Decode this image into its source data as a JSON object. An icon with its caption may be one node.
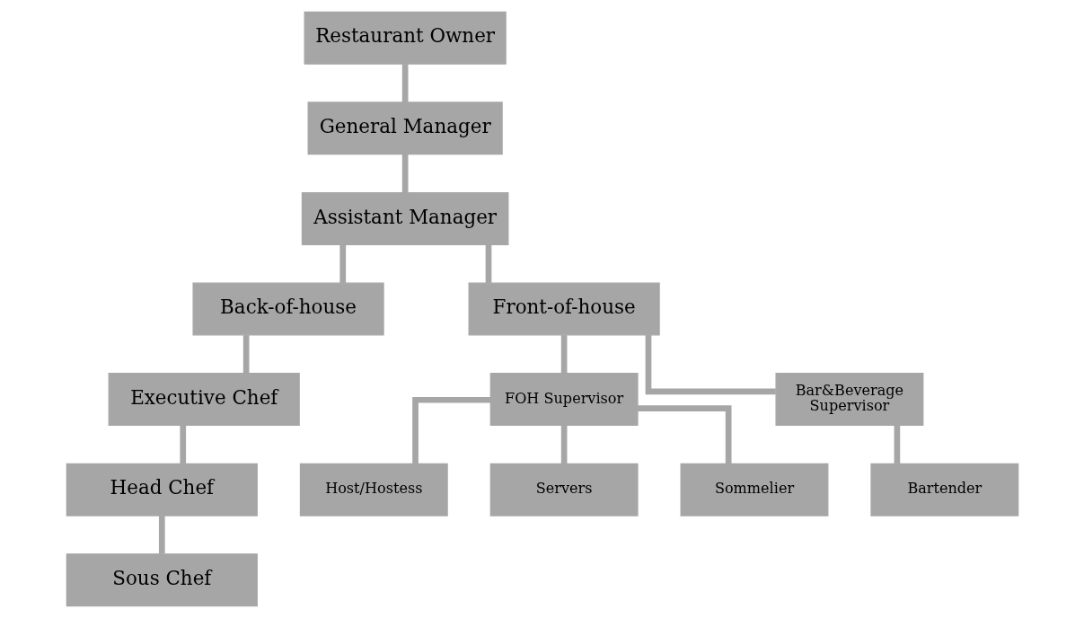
{
  "diagram": {
    "nodes": [
      {
        "text": [
          "Restaurant Owner"
        ]
      },
      {
        "text": [
          "General Manager"
        ]
      },
      {
        "text": [
          "Assistant Manager"
        ]
      },
      {
        "text": [
          "Back-of-house"
        ]
      },
      {
        "text": [
          "Front-of-house"
        ]
      },
      {
        "text": [
          "Executive Chef"
        ]
      },
      {
        "text": [
          "Head Chef"
        ]
      },
      {
        "text": [
          "Sous Chef"
        ]
      },
      {
        "text": [
          "FOH Supervisor"
        ]
      },
      {
        "text": [
          "Bar&Beverage Supervisor"
        ]
      },
      {
        "text": [
          "Host/Hostess"
        ]
      },
      {
        "text": [
          "Servers"
        ]
      },
      {
        "text": [
          "Sommelier"
        ]
      },
      {
        "text": [
          "Bartender"
        ]
      }
    ],
    "edges": [
      {
        "from": 0,
        "to": 1,
        "arrow": "none"
      },
      {
        "from": 1,
        "to": 2,
        "arrow": "none"
      },
      {
        "from": 2,
        "to": 3,
        "arrow": "none"
      },
      {
        "from": 2,
        "to": 4,
        "arrow": "none"
      },
      {
        "from": 3,
        "to": 5,
        "arrow": "none"
      },
      {
        "from": 5,
        "to": 6,
        "arrow": "none"
      },
      {
        "from": 6,
        "to": 7,
        "arrow": "none"
      },
      {
        "from": 4,
        "to": 8,
        "arrow": "none"
      },
      {
        "from": 4,
        "to": 9,
        "arrow": "none"
      },
      {
        "from": 8,
        "to": 10,
        "arrow": "none"
      },
      {
        "from": 8,
        "to": 11,
        "arrow": "none"
      },
      {
        "from": 8,
        "to": 12,
        "arrow": "none"
      },
      {
        "from": 9,
        "to": 13,
        "arrow": "none"
      }
    ]
  }
}
